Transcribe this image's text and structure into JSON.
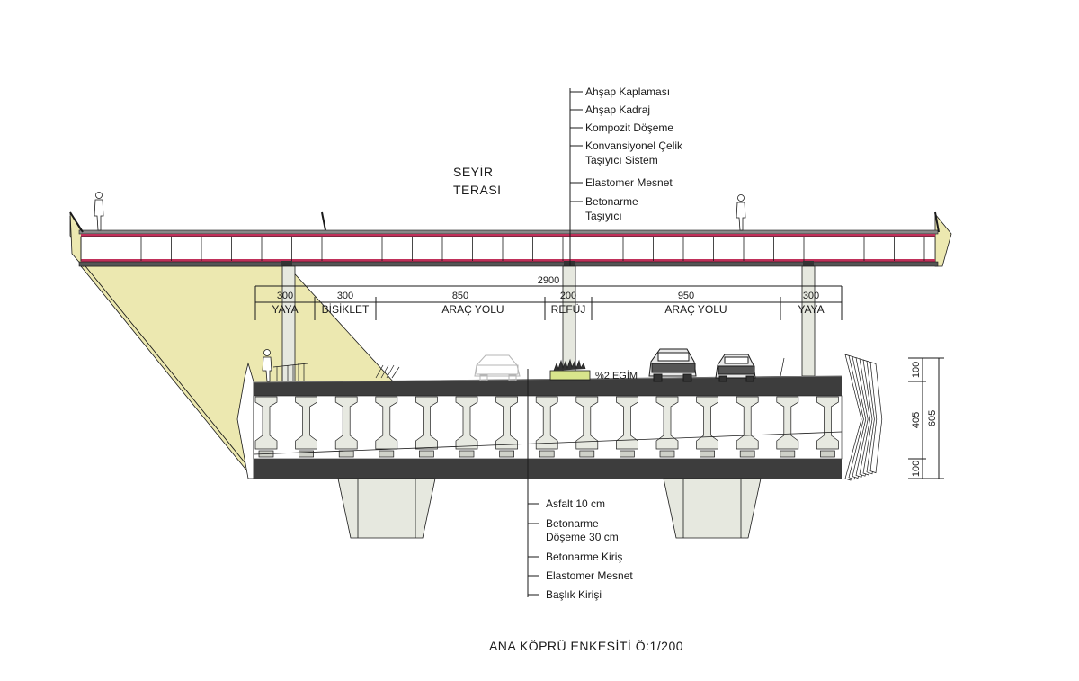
{
  "upper_deck": {
    "title_line1": "SEYİR",
    "title_line2": "TERASI",
    "layers": [
      "Ahşap Kaplaması",
      "Ahşap Kadraj",
      "Kompozit Döşeme",
      "Konvansiyonel Çelik",
      "Taşıyıcı Sistem",
      "Elastomer Mesnet",
      "Betonarme",
      "Taşıyıcı"
    ]
  },
  "dimensions": {
    "total": "2900",
    "segments": [
      {
        "width": "300",
        "label": "YAYA"
      },
      {
        "width": "300",
        "label": "BİSİKLET"
      },
      {
        "width": "850",
        "label": "ARAÇ YOLU"
      },
      {
        "width": "200",
        "label": "REFÜJ"
      },
      {
        "width": "950",
        "label": "ARAÇ YOLU"
      },
      {
        "width": "300",
        "label": "YAYA"
      }
    ],
    "slope": "%2 EGİM",
    "height_total": "605",
    "height_top": "100",
    "height_mid": "405",
    "height_bottom": "100"
  },
  "lower_deck": {
    "layers": [
      "Asfalt 10 cm",
      "Betonarme",
      "Döşeme 30 cm",
      "Betonarme  Kiriş",
      "Elastomer Mesnet",
      "Başlık Kirişi"
    ]
  },
  "caption": "ANA KÖPRÜ ENKESİTİ Ö:1/200",
  "colors": {
    "shade": "#ece8b0",
    "concrete": "#3d3d3d",
    "accent_rail": "#c0305a",
    "pier": "#e6e8df"
  }
}
